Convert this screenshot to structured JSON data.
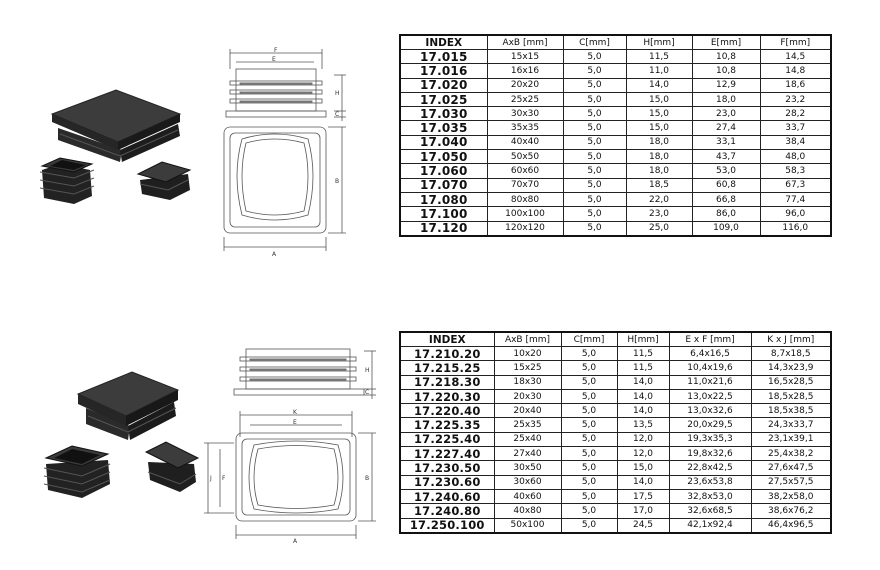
{
  "square_caps": {
    "dim_labels": {
      "f": "F",
      "e": "E",
      "h": "H",
      "c": "C",
      "b": "B",
      "a": "A"
    },
    "headers": [
      "INDEX",
      "AxB [mm]",
      "C[mm]",
      "H[mm]",
      "E[mm]",
      "F[mm]"
    ],
    "rows": [
      [
        "17.015",
        "15x15",
        "5,0",
        "11,5",
        "10,8",
        "14,5"
      ],
      [
        "17.016",
        "16x16",
        "5,0",
        "11,0",
        "10,8",
        "14,8"
      ],
      [
        "17.020",
        "20x20",
        "5,0",
        "14,0",
        "12,9",
        "18,6"
      ],
      [
        "17.025",
        "25x25",
        "5,0",
        "15,0",
        "18,0",
        "23,2"
      ],
      [
        "17.030",
        "30x30",
        "5,0",
        "15,0",
        "23,0",
        "28,2"
      ],
      [
        "17.035",
        "35x35",
        "5,0",
        "15,0",
        "27,4",
        "33,7"
      ],
      [
        "17.040",
        "40x40",
        "5,0",
        "18,0",
        "33,1",
        "38,4"
      ],
      [
        "17.050",
        "50x50",
        "5,0",
        "18,0",
        "43,7",
        "48,0"
      ],
      [
        "17.060",
        "60x60",
        "5,0",
        "18,0",
        "53,0",
        "58,3"
      ],
      [
        "17.070",
        "70x70",
        "5,0",
        "18,5",
        "60,8",
        "67,3"
      ],
      [
        "17.080",
        "80x80",
        "5,0",
        "22,0",
        "66,8",
        "77,4"
      ],
      [
        "17.100",
        "100x100",
        "5,0",
        "23,0",
        "86,0",
        "96,0"
      ],
      [
        "17.120",
        "120x120",
        "5,0",
        "25,0",
        "109,0",
        "116,0"
      ]
    ]
  },
  "rect_caps": {
    "dim_labels": {
      "h": "H",
      "c": "C",
      "k": "K",
      "e": "E",
      "f": "F",
      "j": "J",
      "b": "B",
      "a": "A"
    },
    "headers": [
      "INDEX",
      "AxB [mm]",
      "C[mm]",
      "H[mm]",
      "E x F [mm]",
      "K x J [mm]"
    ],
    "rows": [
      [
        "17.210.20",
        "10x20",
        "5,0",
        "11,5",
        "6,4x16,5",
        "8,7x18,5"
      ],
      [
        "17.215.25",
        "15x25",
        "5,0",
        "11,5",
        "10,4x19,6",
        "14,3x23,9"
      ],
      [
        "17.218.30",
        "18x30",
        "5,0",
        "14,0",
        "11,0x21,6",
        "16,5x28,5"
      ],
      [
        "17.220.30",
        "20x30",
        "5,0",
        "14,0",
        "13,0x22,5",
        "18,5x28,5"
      ],
      [
        "17.220.40",
        "20x40",
        "5,0",
        "14,0",
        "13,0x32,6",
        "18,5x38,5"
      ],
      [
        "17.225.35",
        "25x35",
        "5,0",
        "13,5",
        "20,0x29,5",
        "24,3x33,7"
      ],
      [
        "17.225.40",
        "25x40",
        "5,0",
        "12,0",
        "19,3x35,3",
        "23,1x39,1"
      ],
      [
        "17.227.40",
        "27x40",
        "5,0",
        "12,0",
        "19,8x32,6",
        "25,4x38,2"
      ],
      [
        "17.230.50",
        "30x50",
        "5,0",
        "15,0",
        "22,8x42,5",
        "27,6x47,5"
      ],
      [
        "17.230.60",
        "30x60",
        "5,0",
        "14,0",
        "23,6x53,8",
        "27,5x57,5"
      ],
      [
        "17.240.60",
        "40x60",
        "5,0",
        "17,5",
        "32,8x53,0",
        "38,2x58,0"
      ],
      [
        "17.240.80",
        "40x80",
        "5,0",
        "17,0",
        "32,6x68,5",
        "38,6x76,2"
      ],
      [
        "17.250.100",
        "50x100",
        "5,0",
        "24,5",
        "42,1x92,4",
        "46,4x96,5"
      ]
    ]
  }
}
